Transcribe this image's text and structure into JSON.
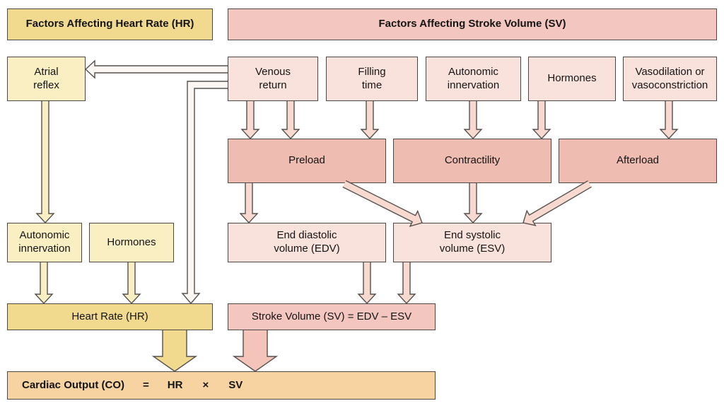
{
  "headers": {
    "hr": "Factors Affecting Heart Rate (HR)",
    "sv": "Factors Affecting Stroke Volume (SV)"
  },
  "boxes": {
    "atrial_reflex": "Atrial\nreflex",
    "venous_return": "Venous\nreturn",
    "filling_time": "Filling\ntime",
    "autonomic_innervation_sv": "Autonomic\ninnervation",
    "hormones_sv": "Hormones",
    "vasodilation": "Vasodilation or\nvasoconstriction",
    "preload": "Preload",
    "contractility": "Contractility",
    "afterload": "Afterload",
    "autonomic_innervation_hr": "Autonomic\ninnervation",
    "hormones_hr": "Hormones",
    "edv": "End diastolic\nvolume (EDV)",
    "esv": "End systolic\nvolume (ESV)",
    "heart_rate": "Heart Rate (HR)",
    "stroke_volume": "Stroke Volume (SV) = EDV – ESV"
  },
  "equation": {
    "label": "Cardiac Output (CO)",
    "equals": "=",
    "hr": "HR",
    "times": "×",
    "sv": "SV"
  },
  "colors": {
    "yellow": "#f1da8e",
    "light_yellow": "#f9efc3",
    "pink": "#f4c6c0",
    "light_pink": "#fae2dc",
    "medium_pink": "#efbcb1",
    "orange": "#f7d3a1",
    "border": "#4c4846"
  }
}
